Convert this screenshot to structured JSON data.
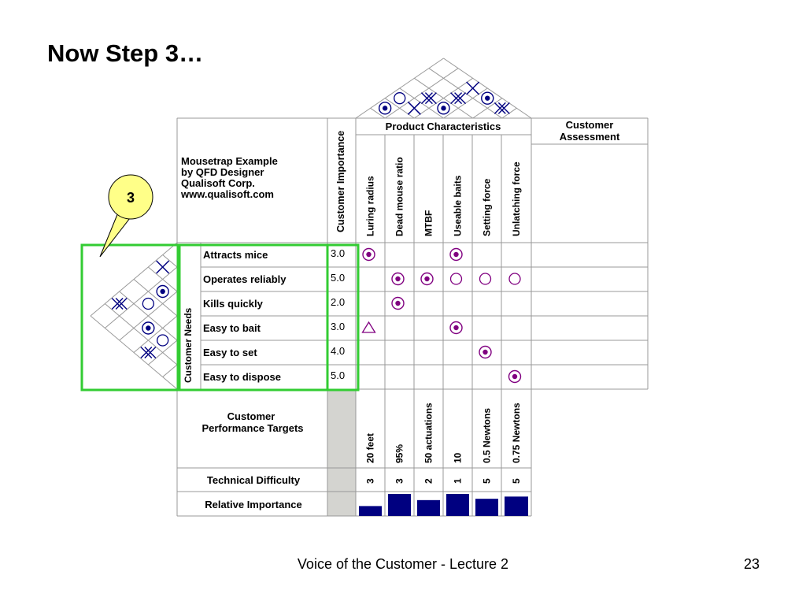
{
  "slide": {
    "title": "Now Step 3…",
    "footer": "Voice of the Customer - Lecture 2",
    "page_number": "23",
    "callout_label": "3"
  },
  "house": {
    "info_lines": [
      "Mousetrap Example",
      "by QFD Designer",
      "Qualisoft Corp.",
      "www.qualisoft.com"
    ],
    "customer_importance_label": "Customer Importance",
    "product_characteristics_label": "Product Characteristics",
    "customer_assessment_label": [
      "Customer",
      "Assessment"
    ],
    "customer_needs_label": "Customer Needs",
    "characteristics": [
      "Luring radius",
      "Dead mouse ratio",
      "MTBF",
      "Useable baits",
      "Setting force",
      "Unlatching force"
    ],
    "needs": [
      {
        "label": "Attracts mice",
        "importance": "3.0"
      },
      {
        "label": "Operates reliably",
        "importance": "5.0"
      },
      {
        "label": "Kills quickly",
        "importance": "2.0"
      },
      {
        "label": "Easy to bait",
        "importance": "3.0"
      },
      {
        "label": "Easy to set",
        "importance": "4.0"
      },
      {
        "label": "Easy to dispose",
        "importance": "5.0"
      }
    ],
    "relationships": [
      [
        "strong",
        "",
        "",
        "strong",
        "",
        ""
      ],
      [
        "",
        "strong",
        "strong",
        "medium",
        "medium",
        "medium"
      ],
      [
        "",
        "strong",
        "",
        "",
        "",
        ""
      ],
      [
        "weak",
        "",
        "",
        "strong",
        "",
        ""
      ],
      [
        "",
        "",
        "",
        "",
        "strong",
        ""
      ],
      [
        "",
        "",
        "",
        "",
        "",
        "strong"
      ]
    ],
    "targets_label_1": "Customer",
    "targets_label_2": "Performance Targets",
    "targets": [
      "20 feet",
      "95%",
      "50 actuations",
      "10",
      "0.5 Newtons",
      "0.75 Newtons"
    ],
    "technical_difficulty_label": "Technical Difficulty",
    "technical_difficulty": [
      "3",
      "3",
      "2",
      "1",
      "5",
      "5"
    ],
    "relative_importance_label": "Relative Importance",
    "relative_importance": [
      0.45,
      1.0,
      0.72,
      1.0,
      0.78,
      0.88
    ],
    "roof_symbols": [
      "strong",
      "strong-neg",
      "strong-neg",
      "weak-neg",
      "weak-neg",
      "medium",
      "strong",
      "strong-neg",
      "strong"
    ],
    "needs_correlation_symbols": [
      "weak-neg",
      "strong",
      "medium",
      "strong-neg",
      "strong",
      "medium",
      "strong-neg"
    ]
  },
  "colors": {
    "symbol": "#800080",
    "bar": "#000080",
    "roof_symbol": "#000080",
    "highlight": "#33cc33",
    "callout": "#ffff88",
    "customer_red": "#cc0000",
    "importance_column": "#d4d4d0",
    "grid": "#999999"
  }
}
